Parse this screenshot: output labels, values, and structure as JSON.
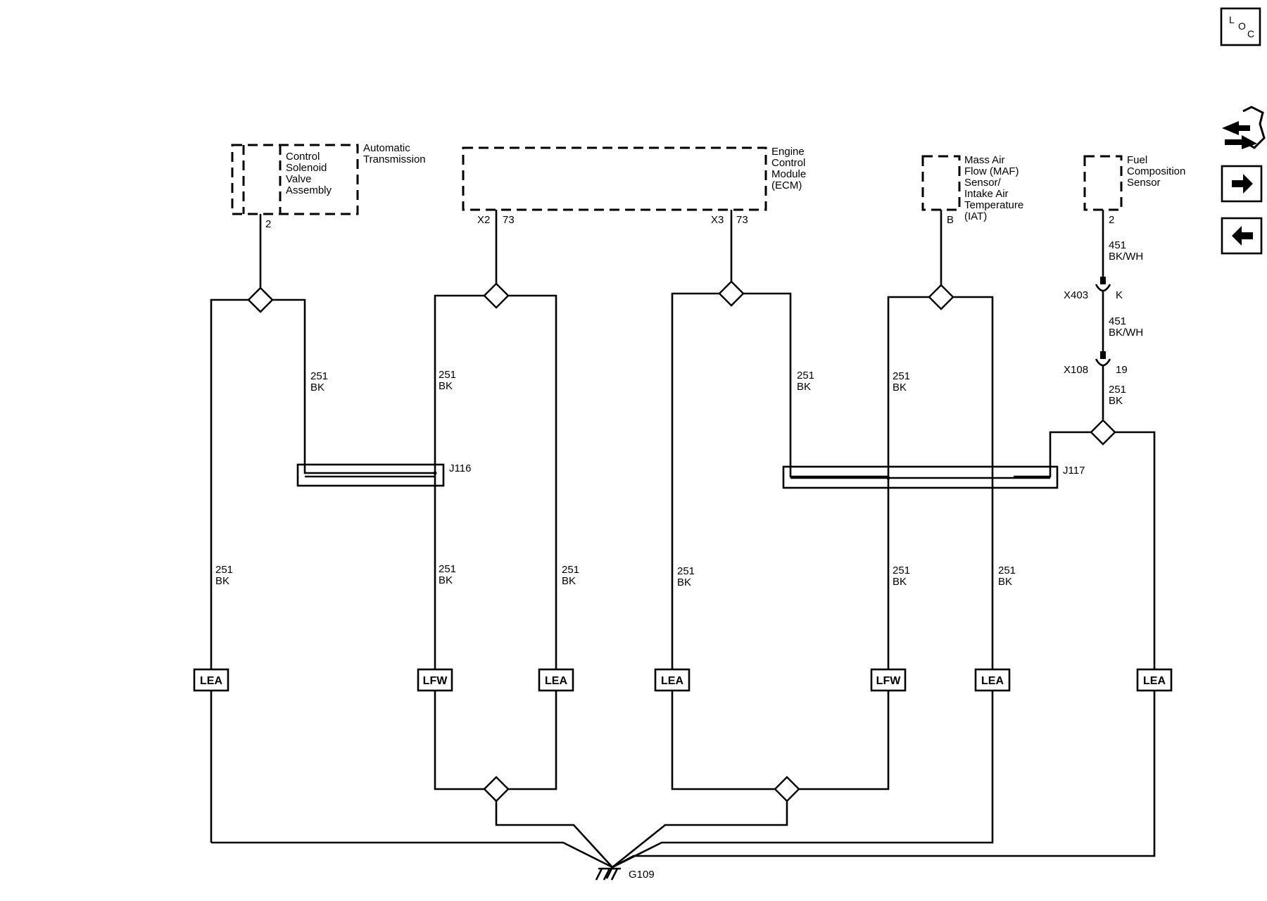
{
  "components": {
    "transmission": {
      "name": "Automatic Transmission",
      "name_lines": [
        "Automatic",
        "Transmission"
      ],
      "sub_lines": [
        "Control",
        "Solenoid",
        "Valve",
        "Assembly"
      ],
      "pin": "2"
    },
    "ecm": {
      "name_lines": [
        "Engine",
        "Control",
        "Module",
        "(ECM)"
      ],
      "pin_left_conn": "X2",
      "pin_left": "73",
      "pin_right_conn": "X3",
      "pin_right": "73"
    },
    "maf": {
      "name_lines": [
        "Mass Air",
        "Flow (MAF)",
        "Sensor/",
        "Intake Air",
        "Temperature",
        "(IAT)"
      ],
      "pin": "B"
    },
    "fuel": {
      "name_lines": [
        "Fuel",
        "Composition",
        "Sensor"
      ],
      "pin": "2"
    }
  },
  "wires": {
    "ckt_251": "251",
    "bk": "BK",
    "ckt_451": "451",
    "bkwh": "BK/WH"
  },
  "connectors": {
    "x403": "X403",
    "x403_pin": "K",
    "x108": "X108",
    "x108_pin": "19"
  },
  "splices": {
    "j116": "J116",
    "j117": "J117"
  },
  "options": {
    "lea": "LEA",
    "lfw": "LFW"
  },
  "ground": {
    "label": "G109"
  },
  "nav": {
    "loc_letters": [
      "L",
      "O",
      "C"
    ],
    "icons": [
      "component-locator-icon",
      "connector-view-icon",
      "next-page-icon",
      "previous-page-icon"
    ]
  }
}
